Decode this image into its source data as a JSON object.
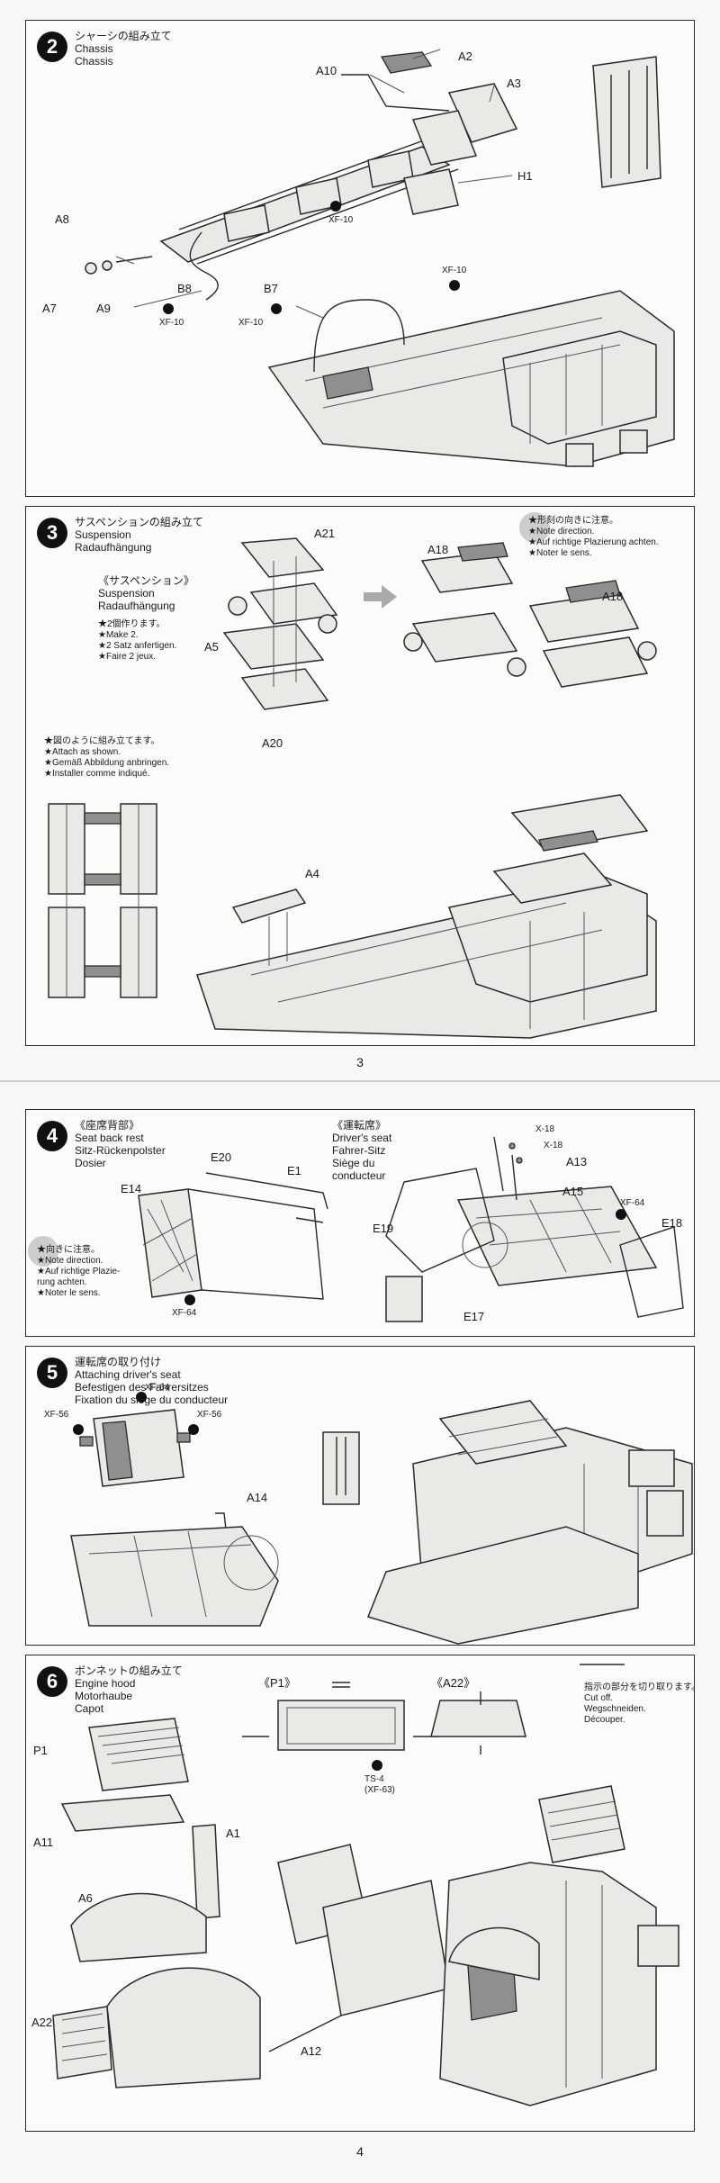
{
  "page3": {
    "number": "3",
    "step2": {
      "number": "2",
      "title_jp": "シャーシの組み立て",
      "title_en": "Chassis",
      "title_de": "Chassis",
      "labels": {
        "a10": "A10",
        "a2": "A2",
        "a3": "A3",
        "h1": "H1",
        "a8": "A8",
        "a7": "A7",
        "a9": "A9",
        "b8": "B8",
        "b7": "B7"
      },
      "paints": {
        "xf10_a": "XF-10",
        "xf10_b": "XF-10",
        "xf10_c": "XF-10",
        "xf10_d": "XF-10"
      }
    },
    "step3": {
      "number": "3",
      "title_jp": "サスペンションの組み立て",
      "title_en": "Suspension",
      "title_de": "Radaufhängung",
      "sub_jp": "《サスペンション》",
      "sub_en": "Suspension",
      "sub_de": "Radaufhängung",
      "make2": [
        "★2個作ります。",
        "★Make 2.",
        "★2 Satz anfertigen.",
        "★Faire 2 jeux."
      ],
      "direction": [
        "★形刻の向きに注意。",
        "★Note direction.",
        "★Auf richtige Plazierung achten.",
        "★Noter le sens."
      ],
      "attach": [
        "★図のように組み立てます。",
        "★Attach as shown.",
        "★Gemäß Abbildung anbringen.",
        "★Installer comme indiqué."
      ],
      "labels": {
        "a21": "A21",
        "a5": "A5",
        "a20": "A20",
        "a18_l": "A18",
        "a18_r": "A18",
        "a4": "A4"
      }
    }
  },
  "page4": {
    "number": "4",
    "step4": {
      "number": "4",
      "title_jp": "《座席背部》",
      "title_en": "Seat back rest",
      "title_de": "Sitz-Rückenpolster",
      "title_fr": "Dosier",
      "driver_jp": "《運転席》",
      "driver_en": "Driver's seat",
      "driver_de": "Fahrer-Sitz",
      "driver_fr1": "Siège du",
      "driver_fr2": "conducteur",
      "direction": [
        "★向きに注意。",
        "★Note direction.",
        "★Auf richtige Plazie-",
        "rung achten.",
        "★Noter le sens."
      ],
      "labels": {
        "e20": "E20",
        "e1": "E1",
        "e14": "E14",
        "x18a": "X-18",
        "x18b": "X-18",
        "a13": "A13",
        "a15": "A15",
        "e19": "E19",
        "e18": "E18",
        "e17": "E17"
      },
      "paints": {
        "xf64_a": "XF-64",
        "xf64_b": "XF-64"
      }
    },
    "step5": {
      "number": "5",
      "title_jp": "運転席の取り付け",
      "title_en": "Attaching driver's seat",
      "title_de": "Befestigen des Fahrersitzes",
      "title_fr": "Fixation du siège du conducteur",
      "labels": {
        "a14": "A14"
      },
      "paints": {
        "xf64": "XF-64",
        "xf56_l": "XF-56",
        "xf56_r": "XF-56"
      }
    },
    "step6": {
      "number": "6",
      "title_jp": "ボンネットの組み立て",
      "title_en": "Engine hood",
      "title_de": "Motorhaube",
      "title_fr": "Capot",
      "p1_head": "《P1》",
      "a22_head": "《A22》",
      "paint": [
        "TS-4",
        "(XF-63)"
      ],
      "cut": [
        "指示の部分を切り取ります。",
        "Cut off.",
        "Wegschneiden.",
        "Découper."
      ],
      "labels": {
        "p1": "P1",
        "a11": "A11",
        "a1": "A1",
        "a6": "A6",
        "a12": "A12",
        "a22": "A22"
      }
    }
  }
}
